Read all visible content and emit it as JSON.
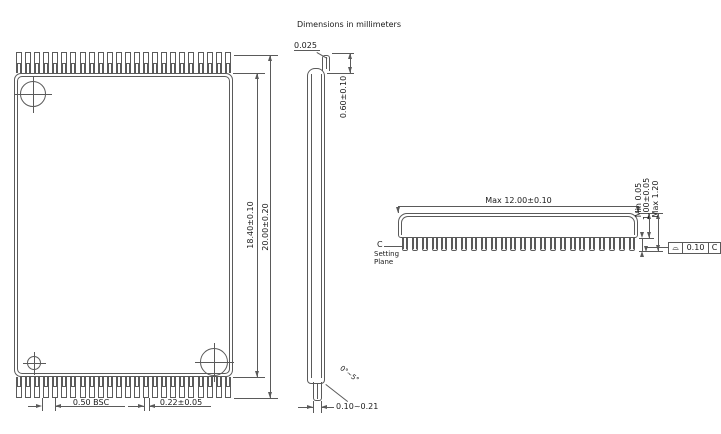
{
  "title": "Dimensions in millimeters",
  "colors": {
    "line": "#5a5a5a",
    "text": "#1a1a1a",
    "background": "#ffffff"
  },
  "package": {
    "leads_per_row": 24
  },
  "top_view": {
    "body_length": "18.40±0.10",
    "overall_length": "20.00±0.20",
    "lead_pitch": "0.50 BSC",
    "lead_width": "0.22±0.05"
  },
  "side_view": {
    "lead_thickness": "0.025",
    "lead_top_height": "0.60±0.10",
    "foot_length": "0.10~0.21",
    "lead_angle": "0°~5°"
  },
  "front_view": {
    "body_width": "Max 12.00±0.10",
    "standoff_min": "Min 0.05",
    "body_thickness": "1.00±0.05",
    "height_max": "Max 1.20",
    "datum_label": "C",
    "seating_line1": "Setting",
    "seating_line2": "Plane",
    "tolerance_symbol": "⌓",
    "tolerance_value": "0.10",
    "tolerance_datum": "C"
  }
}
